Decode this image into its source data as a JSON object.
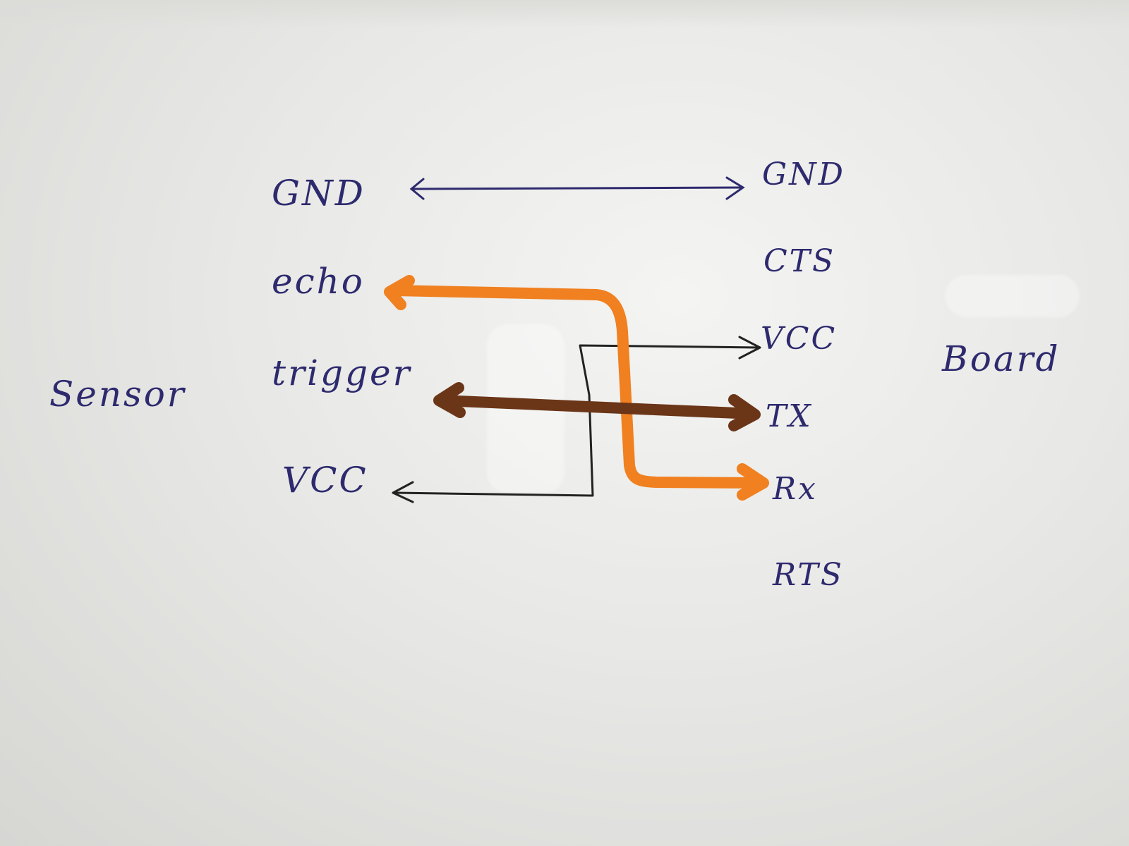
{
  "sensor": {
    "title": "Sensor",
    "pins": {
      "gnd": "GND",
      "echo": "echo",
      "trigger": "trigger",
      "vcc": "VCC"
    }
  },
  "board": {
    "title": "Board",
    "pins": {
      "gnd": "GND",
      "cts": "CTS",
      "vcc": "VCC",
      "tx": "TX",
      "rx": "Rx",
      "rts": "RTS"
    }
  },
  "connections": [
    {
      "from": "sensor GND",
      "to": "board GND",
      "color": "#2e2a6e",
      "style": "double-arrow"
    },
    {
      "from": "board RX",
      "to": "sensor echo",
      "color": "#f08020",
      "style": "double-arrow"
    },
    {
      "from": "sensor trigger",
      "to": "board TX",
      "color": "#6b3518",
      "style": "double-arrow"
    },
    {
      "from": "sensor VCC",
      "to": "board VCC",
      "color": "#222222",
      "style": "double-arrow"
    }
  ],
  "colors": {
    "ink": "#2e2a6e",
    "orange_wire": "#f08020",
    "brown_wire": "#6b3518",
    "black_wire": "#222222",
    "paper": "#ececea"
  }
}
